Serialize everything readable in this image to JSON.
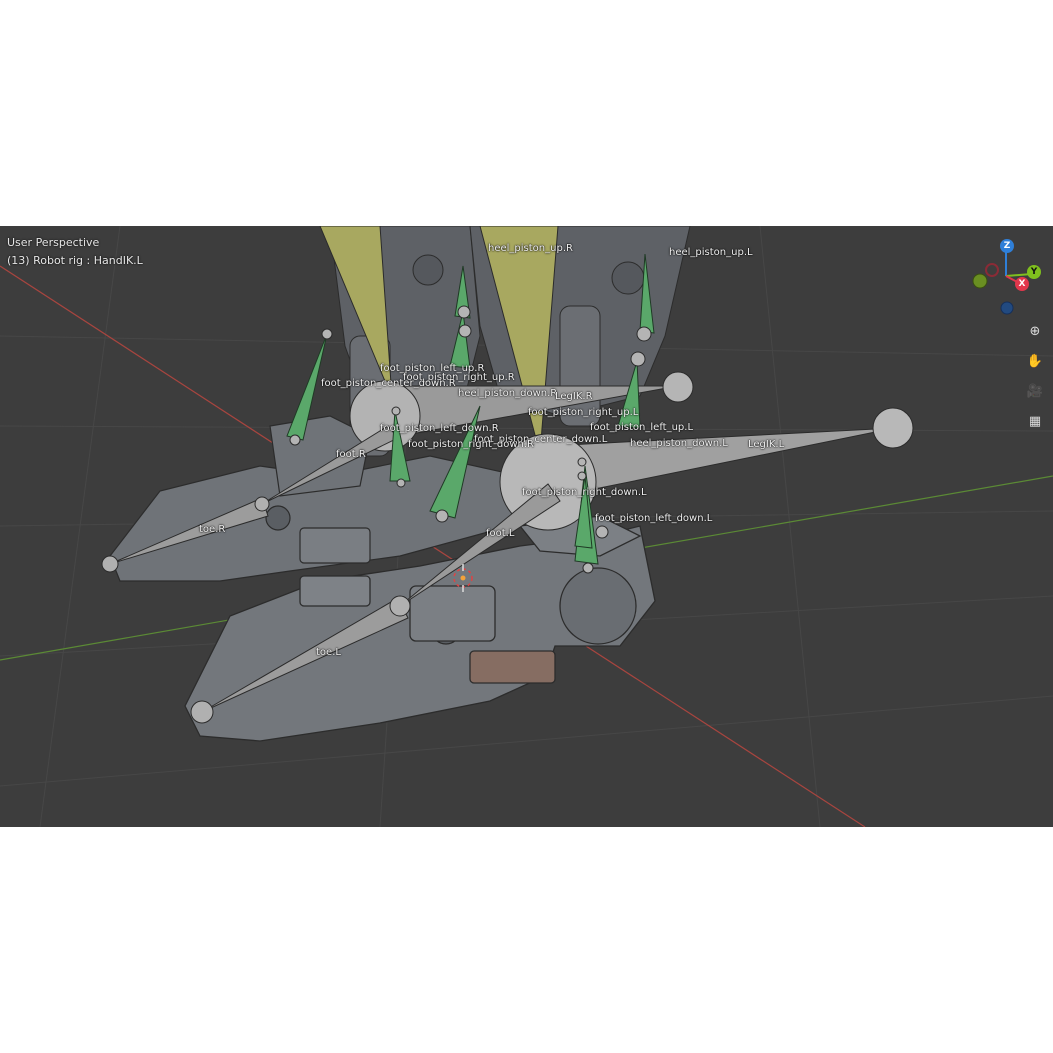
{
  "viewport": {
    "view_name": "User Perspective",
    "object_info": "(13) Robot rig : HandIK.L"
  },
  "gizmo": {
    "z_label": "Z",
    "y_label": "Y",
    "x_label": "X",
    "colors": {
      "z": "#2f7fd8",
      "y": "#7fbf1e",
      "x": "#e2374c"
    }
  },
  "nav_buttons": [
    {
      "icon": "zoom-icon",
      "glyph": "⊕"
    },
    {
      "icon": "hand-pan-icon",
      "glyph": "✋"
    },
    {
      "icon": "camera-view-icon",
      "glyph": "🎥"
    },
    {
      "icon": "ortho-grid-icon",
      "glyph": "▦"
    }
  ],
  "bone_labels": {
    "heel_piston_up_R": "heel_piston_up.R",
    "heel_piston_up_L": "heel_piston_up.L",
    "foot_piston_left_up_R": "foot_piston_left_up.R",
    "foot_piston_right_up_R": "foot_piston_right_up.R",
    "foot_piston_center_down_R": "foot_piston_center_down.R",
    "heel_piston_down_R": "heel_piston_down.R",
    "LegIK_R": "LegIK.R",
    "foot_piston_right_up_L": "foot_piston_right_up.L",
    "foot_piston_left_up_L": "foot_piston_left_up.L",
    "foot_piston_left_down_R": "foot_piston_left_down.R",
    "foot_piston_center_down_L": "foot_piston_center_down.L",
    "heel_piston_down_L": "heel_piston_down.L",
    "LegIK_L": "LegIK.L",
    "foot_piston_right_down_R": "foot_piston_right_down.R",
    "foot_R": "foot.R",
    "toe_R": "toe.R",
    "foot_piston_right_down_L": "foot_piston_right_down.L",
    "foot_piston_left_down_L": "foot_piston_left_down.L",
    "foot_L": "foot.L",
    "toe_L": "toe.L"
  },
  "colors": {
    "viewport_bg": "#3d3d3d",
    "mesh": "#6f7378",
    "bone_grey": "#9a9a9a",
    "bone_green": "#5aa86a",
    "bone_yellow": "#a8a860",
    "x_axis_line": "#a8453f",
    "y_axis_line": "#5b8a35"
  }
}
